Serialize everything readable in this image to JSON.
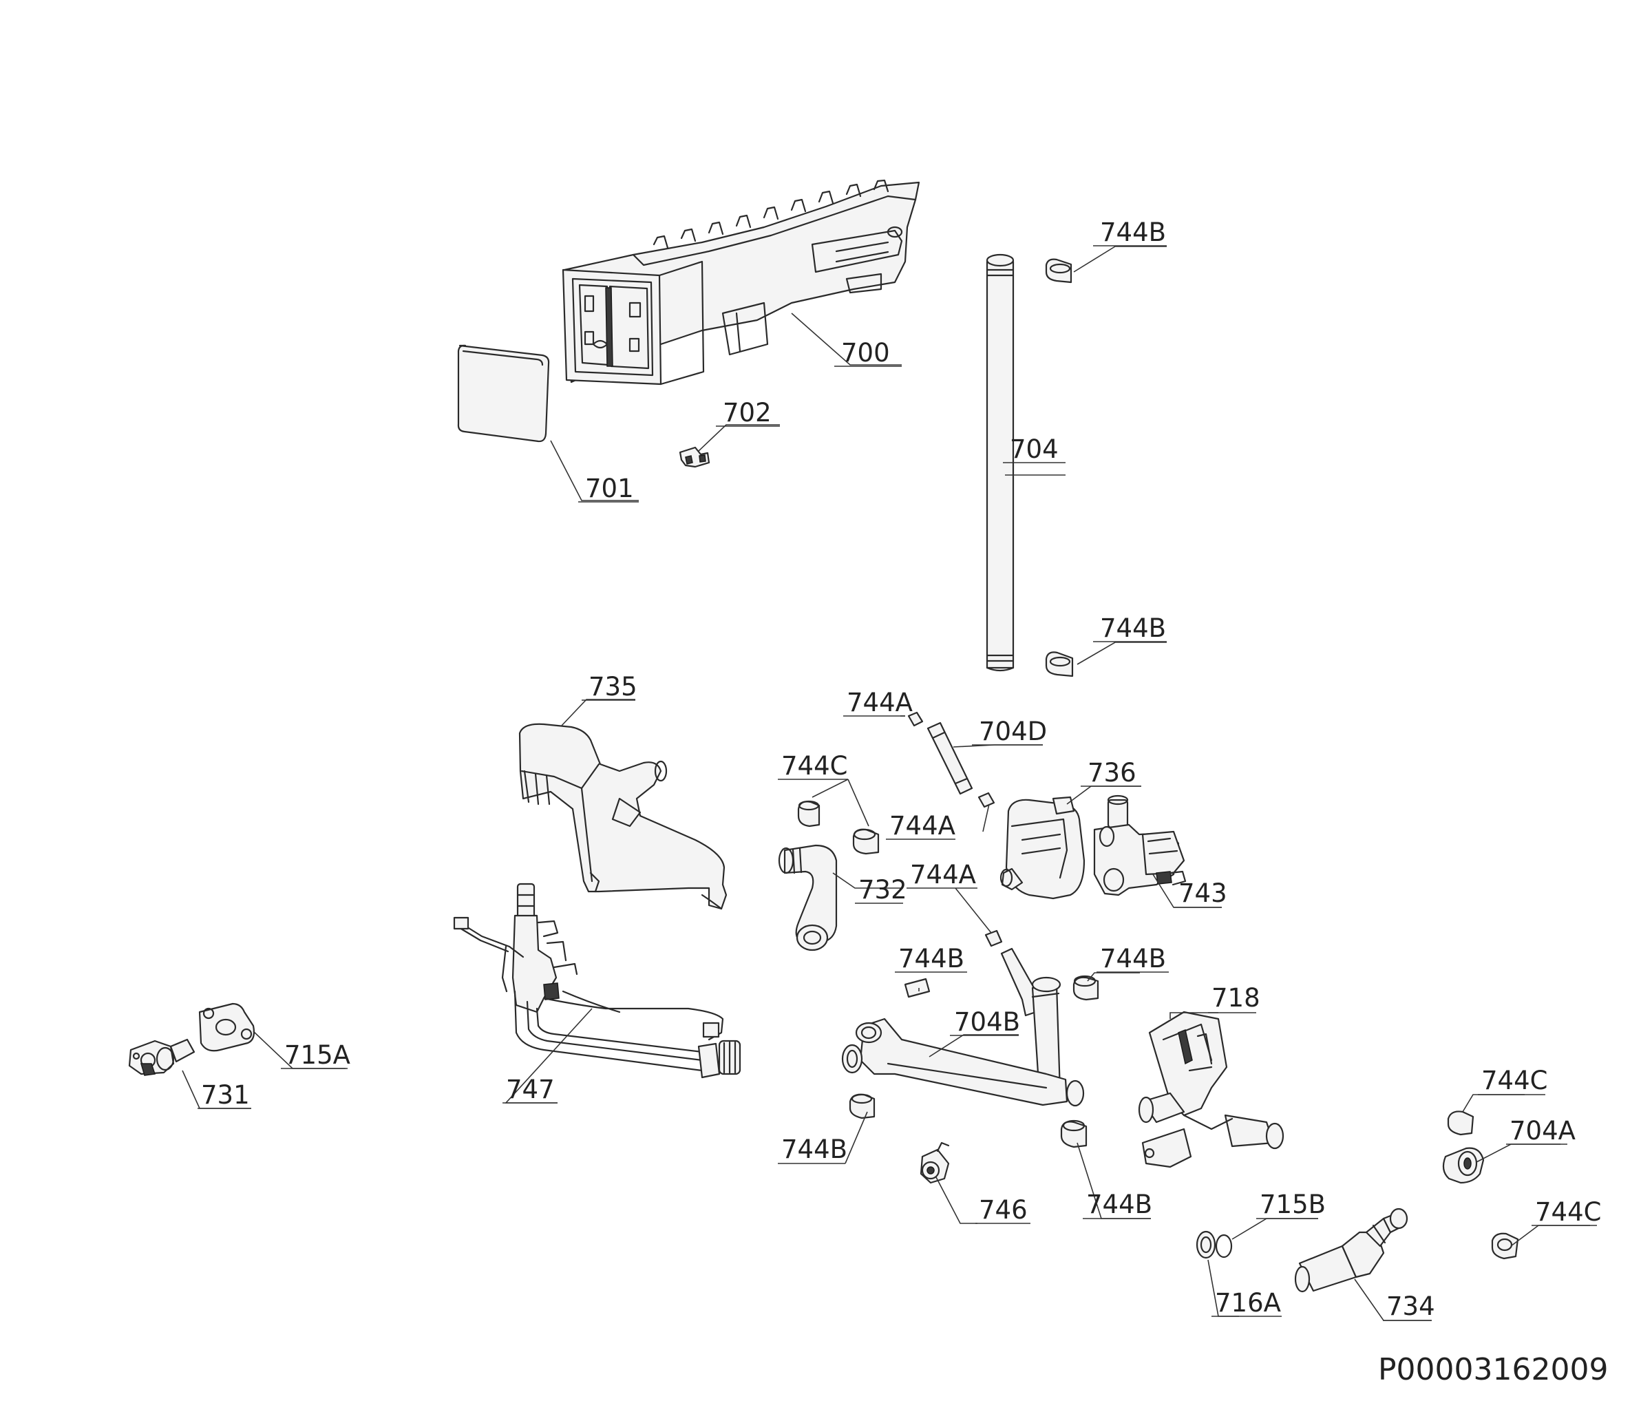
{
  "labels": {
    "l700": "700",
    "l701": "701",
    "l702": "702",
    "l704": "704",
    "l744B_top": "744B",
    "l744B_mid": "744B",
    "l735": "735",
    "l744A_1": "744A",
    "l704D": "704D",
    "l736": "736",
    "l744C_1": "744C",
    "l744A_2": "744A",
    "l732": "732",
    "l744A_3": "744A",
    "l743": "743",
    "l744B_a": "744B",
    "l744B_b": "744B",
    "l718": "718",
    "l704B": "704B",
    "l715A": "715A",
    "l731": "731",
    "l747": "747",
    "l744B_c": "744B",
    "l746": "746",
    "l744B_d": "744B",
    "l744C_2": "744C",
    "l704A": "704A",
    "l715B": "715B",
    "l744C_3": "744C",
    "l716A": "716A",
    "l734": "734"
  },
  "document_code": "P00003162009"
}
